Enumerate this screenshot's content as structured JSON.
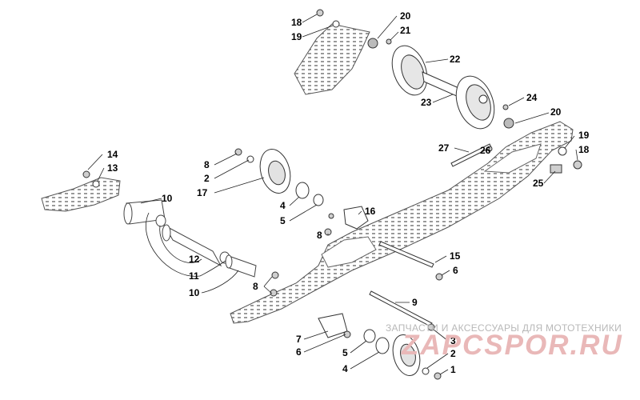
{
  "watermark": {
    "caption": "ЗАПЧАСТИ И АКСЕССУАРЫ ДЛЯ МОТОТЕХНИКИ",
    "logo": "ZAPCSPOR.RU"
  },
  "callouts": {
    "c18a": "18",
    "c19a": "19",
    "c20a": "20",
    "c21": "21",
    "c22": "22",
    "c23": "23",
    "c24": "24",
    "c20b": "20",
    "c19b": "19",
    "c18b": "18",
    "c27": "27",
    "c26": "26",
    "c25": "25",
    "c14": "14",
    "c13": "13",
    "c10a": "10",
    "c8a": "8",
    "c2a": "2",
    "c17": "17",
    "c4a": "4",
    "c5a": "5",
    "c16": "16",
    "c8b": "8",
    "c15": "15",
    "c6a": "6",
    "c12": "12",
    "c11": "11",
    "c10b": "10",
    "c8c": "8",
    "c9": "9",
    "c7": "7",
    "c6b": "6",
    "c5b": "5",
    "c4b": "4",
    "c3": "3",
    "c2b": "2",
    "c1": "1"
  }
}
